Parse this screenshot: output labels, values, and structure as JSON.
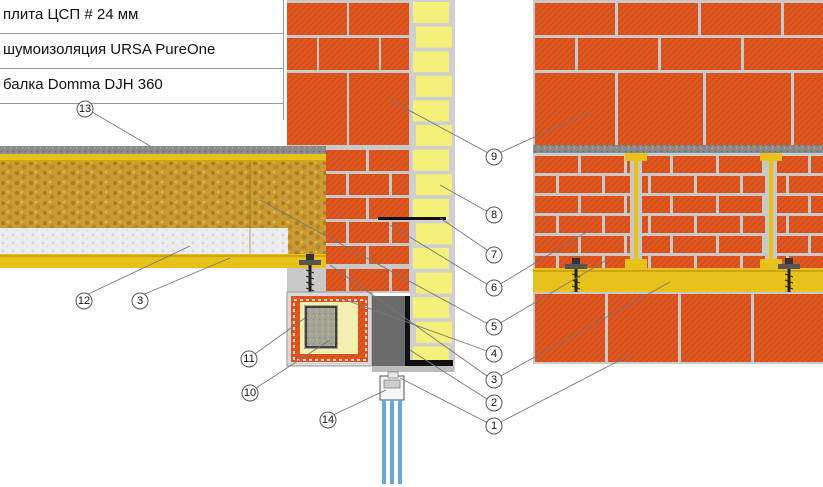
{
  "legend": {
    "rows": [
      {
        "text": "плита ЦСП # 24 мм"
      },
      {
        "text": "шумоизоляция URSA PureOne"
      },
      {
        "text": "балка Domma DJH 360"
      }
    ]
  },
  "callouts": [
    {
      "id": "callout-13",
      "label": "13"
    },
    {
      "id": "callout-12",
      "label": "12"
    },
    {
      "id": "callout-3-left",
      "label": "3"
    },
    {
      "id": "callout-11",
      "label": "11"
    },
    {
      "id": "callout-10",
      "label": "10"
    },
    {
      "id": "callout-14",
      "label": "14"
    },
    {
      "id": "callout-9",
      "label": "9"
    },
    {
      "id": "callout-8",
      "label": "8"
    },
    {
      "id": "callout-7",
      "label": "7"
    },
    {
      "id": "callout-6",
      "label": "6"
    },
    {
      "id": "callout-5",
      "label": "5"
    },
    {
      "id": "callout-4",
      "label": "4"
    },
    {
      "id": "callout-3-right",
      "label": "3"
    },
    {
      "id": "callout-2",
      "label": "2"
    },
    {
      "id": "callout-1",
      "label": "1"
    }
  ],
  "colors": {
    "brick": "#e0561f",
    "brick_dark": "#b8400f",
    "mortar": "#c9c9c9",
    "yellow_brick": "#f4f07a",
    "insulation": "#c89a2e",
    "wool_white": "#ececec",
    "beam_yellow": "#e8c21a",
    "concrete": "#8f8f8f"
  }
}
